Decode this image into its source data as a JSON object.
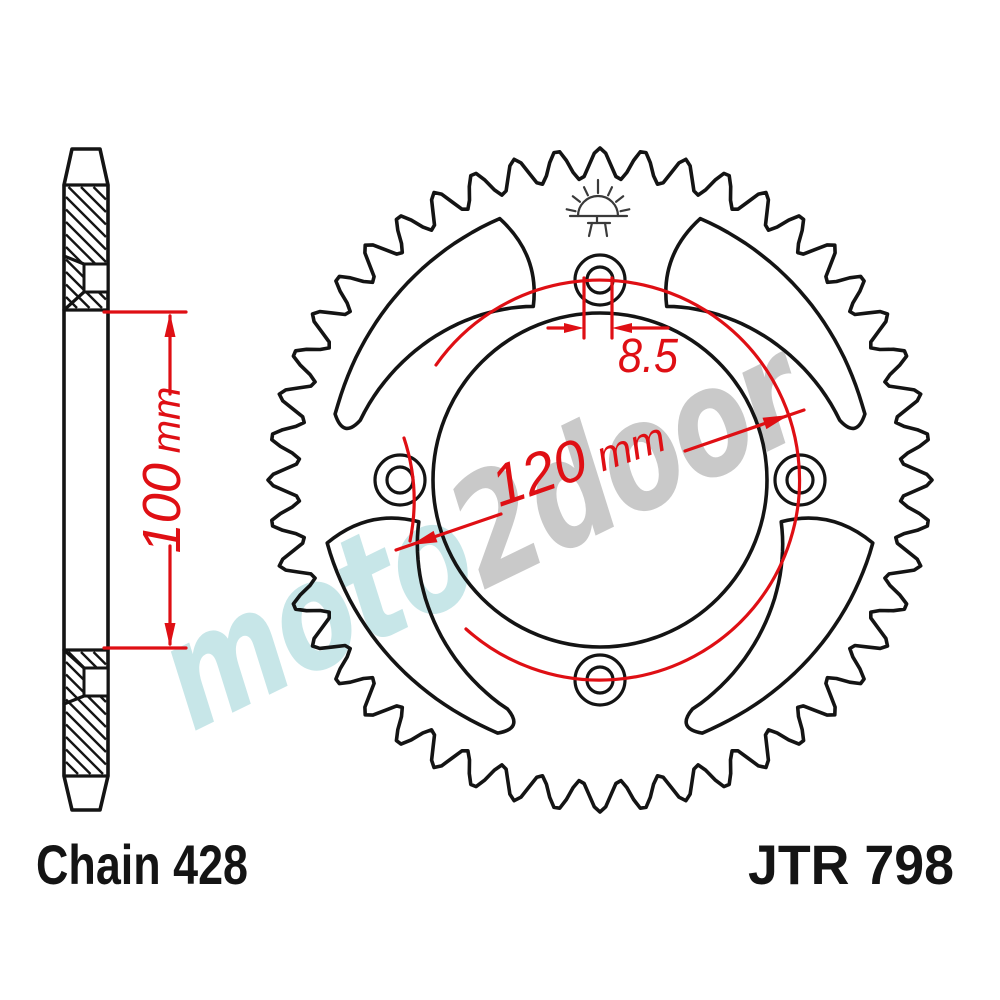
{
  "diagram": {
    "labels": {
      "chain": "Chain 428",
      "model": "JTR 798"
    },
    "dimensions": {
      "hole_diameter_value": "8.5",
      "bolt_circle_value": "120",
      "bolt_circle_unit": "mm",
      "center_value": "100",
      "center_unit": "mm"
    },
    "watermark": {
      "part1": "moto",
      "part2": "2door"
    },
    "icons": {
      "logo": "jt-rising-sun-logo"
    },
    "colors": {
      "background": "#ffffff",
      "outline": "#141414",
      "dimension_red": "#df0f14",
      "logo_gray": "#3a3a3a",
      "watermark_teal": "#c7e6e8",
      "watermark_gray": "#c9c9c9"
    }
  }
}
